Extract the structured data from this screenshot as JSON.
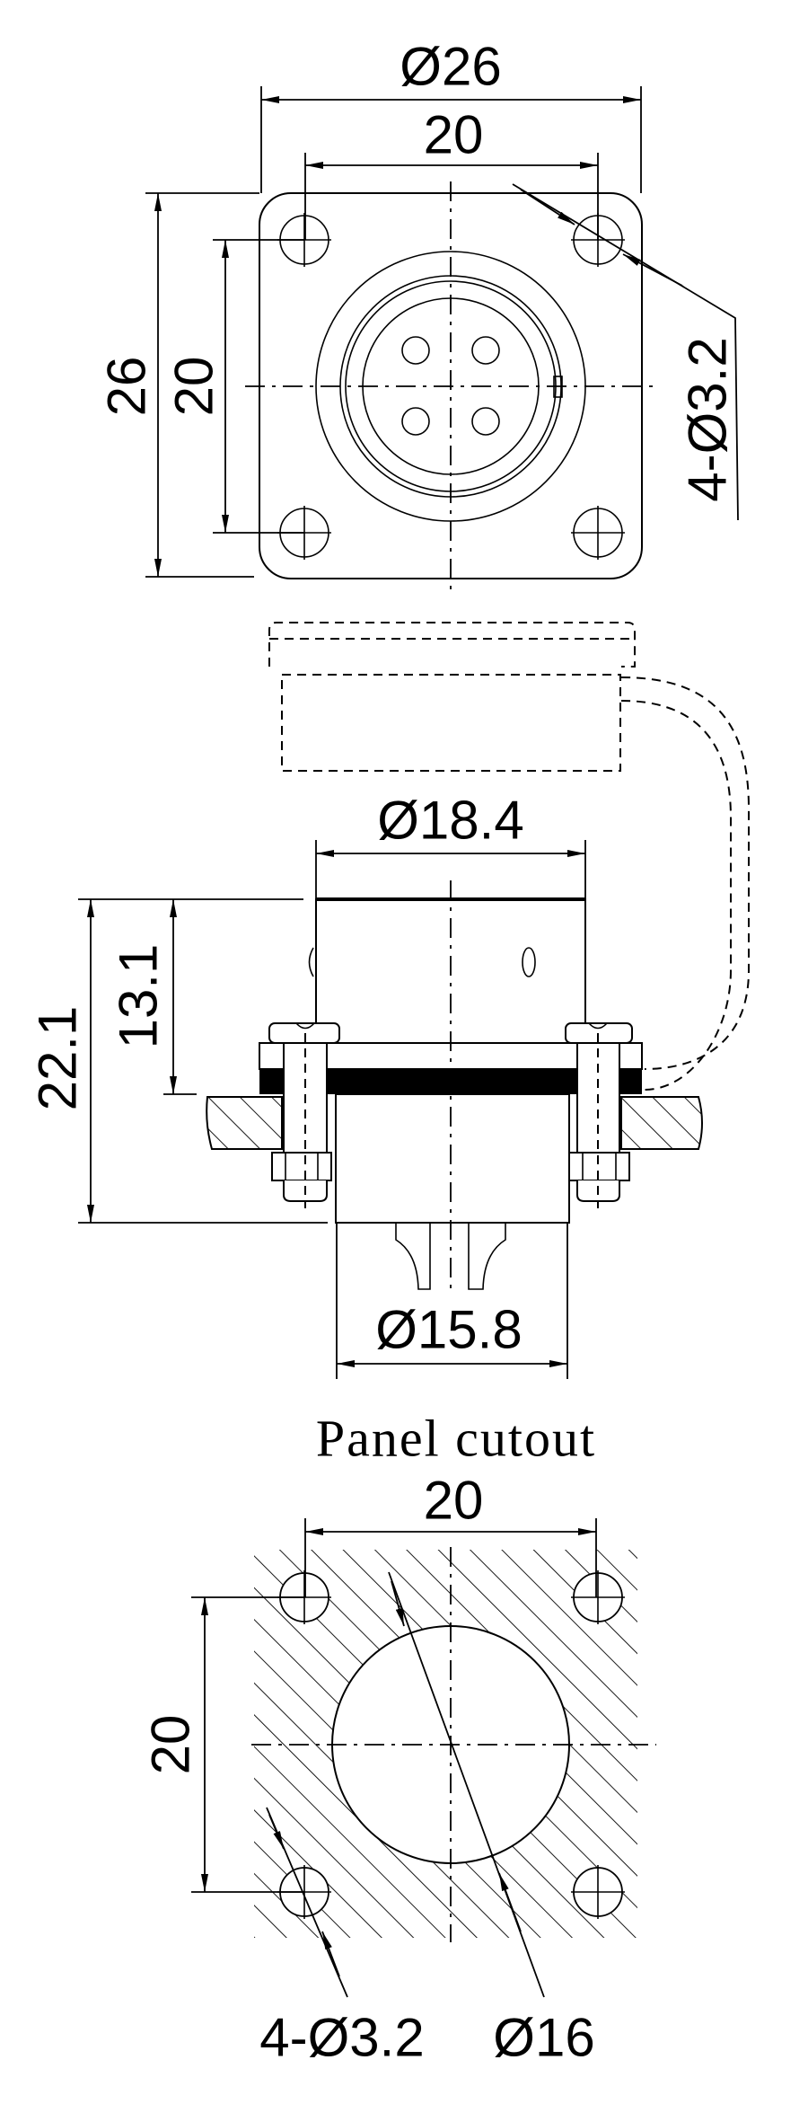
{
  "top_view": {
    "overall_diameter": "Ø26",
    "hole_spacing_h": "20",
    "height": "26",
    "hole_spacing_v": "20",
    "mount_holes": "4-Ø3.2"
  },
  "side_view": {
    "body_diameter": "Ø18.4",
    "total_height": "22.1",
    "upper_height": "13.1",
    "lower_diameter": "Ø15.8"
  },
  "panel_cutout": {
    "title": "Panel cutout",
    "hole_spacing_h": "20",
    "hole_spacing_v": "20",
    "mount_holes": "4-Ø3.2",
    "cutout_diameter": "Ø16"
  }
}
